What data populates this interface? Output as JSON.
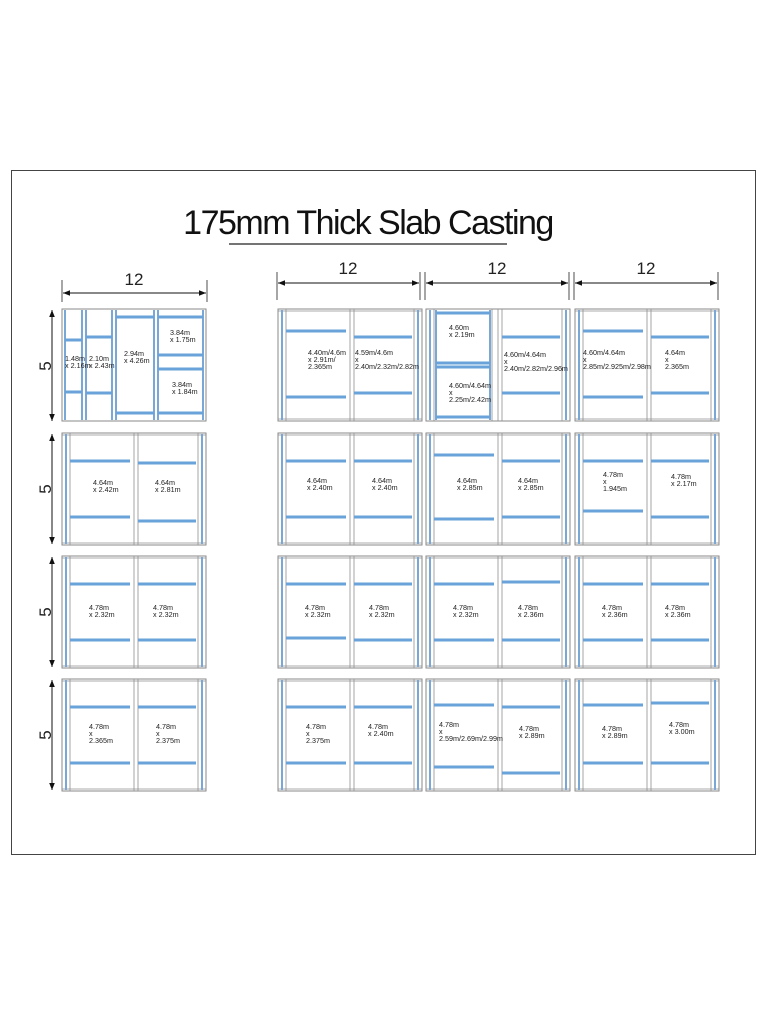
{
  "title": "175mm Thick Slab Casting",
  "dimensions": {
    "widths": [
      "12",
      "12",
      "12",
      "12"
    ],
    "heights": [
      "5",
      "5",
      "5",
      "5"
    ]
  },
  "panels": {
    "c0_r0": [
      "1.48m\nx 2.16m",
      "2.10m\nx 2.43m",
      "2.94m\nx 4.26m",
      "3.84m\nx 1.75m",
      "3.84m\nx 1.84m"
    ],
    "c0_r1": [
      "4.64m\nx 2.42m",
      "4.64m\nx 2.81m"
    ],
    "c0_r2": [
      "4.78m\nx 2.32m",
      "4.78m\nx 2.32m"
    ],
    "c0_r3": [
      "4.78m\nx\n2.365m",
      "4.78m\nx\n2.375m"
    ],
    "c1_r0": [
      "4.40m/4.6m\nx 2.91m/\n2.365m",
      "4.59m/4.6m\nx\n2.40m/2.32m/2.82m"
    ],
    "c1_r1": [
      "4.64m\nx 2.40m",
      "4.64m\nx 2.40m"
    ],
    "c1_r2": [
      "4.78m\nx 2.32m",
      "4.78m\nx 2.32m"
    ],
    "c1_r3": [
      "4.78m\nx\n2.375m",
      "4.78m\nx 2.40m"
    ],
    "c2_r0": [
      "4.60m\nx 2.19m",
      "4.60m/4.64m\nx\n2.25m/2.42m",
      "4.60m/4.64m\nx\n2.40m/2.82m/2.96m"
    ],
    "c2_r1": [
      "4.64m\nx 2.85m",
      "4.64m\nx 2.85m"
    ],
    "c2_r2": [
      "4.78m\nx 2.32m",
      "4.78m\nx 2.36m"
    ],
    "c2_r3": [
      "4.78m\nx\n2.59m/2.69m/2.99m",
      "4.78m\nx 2.89m"
    ],
    "c3_r0": [
      "4.60m/4.64m\nx\n2.85m/2.925m/2.98m",
      "4.64m\nx\n2.365m"
    ],
    "c3_r1": [
      "4.78m\nx\n1.945m",
      "4.78m\nx 2.17m"
    ],
    "c3_r2": [
      "4.78m\nx 2.36m",
      "4.78m\nx 2.36m"
    ],
    "c3_r3": [
      "4.78m\nx 2.89m",
      "4.78m\nx 3.00m"
    ]
  },
  "colors": {
    "beam": "#6aa3d9",
    "outline": "#8a8a8a",
    "text": "#222222"
  }
}
